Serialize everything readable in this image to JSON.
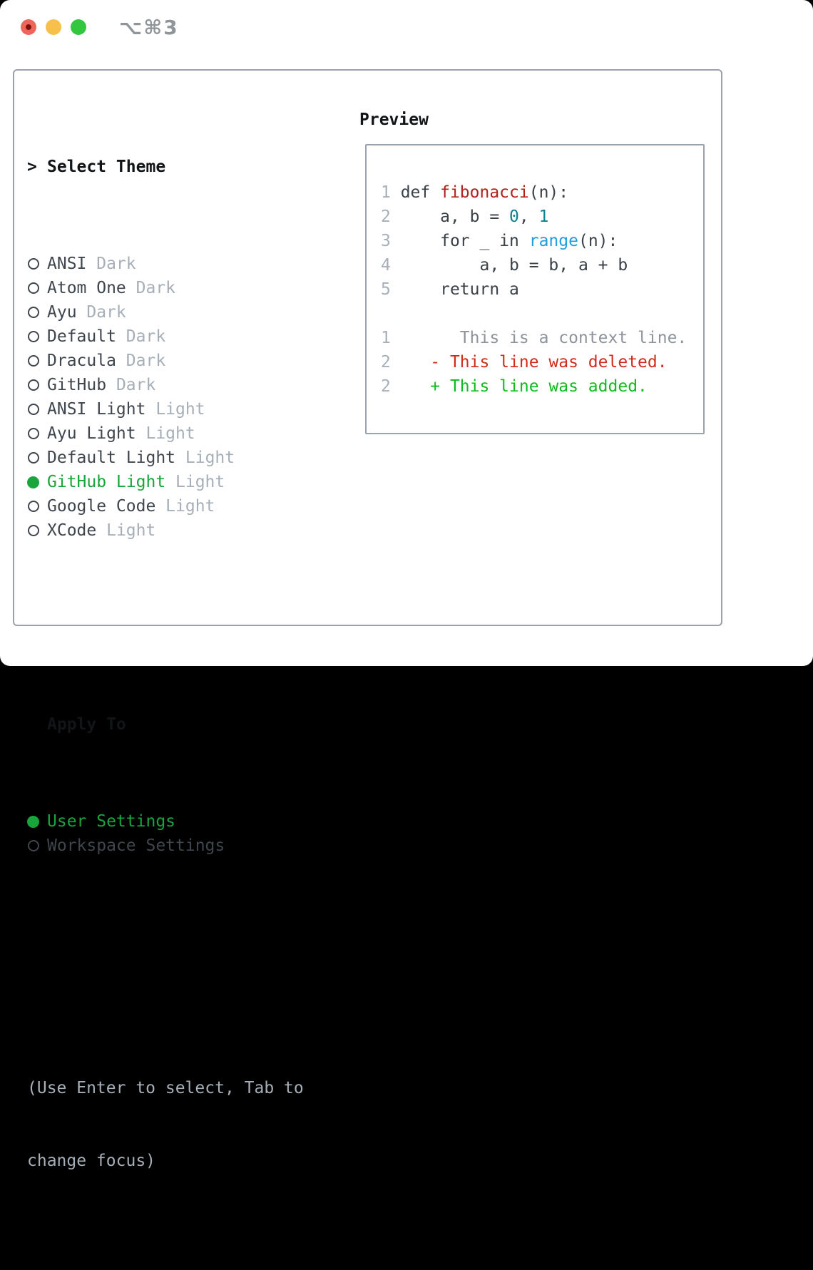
{
  "window": {
    "title": "⌥⌘3",
    "traffic_lights": [
      "close",
      "minimize",
      "zoom"
    ]
  },
  "theme_panel": {
    "header": {
      "cursor": ">",
      "label": "Select Theme"
    },
    "themes": [
      {
        "name": "ANSI",
        "variant": "Dark",
        "selected": false
      },
      {
        "name": "Atom One",
        "variant": "Dark",
        "selected": false
      },
      {
        "name": "Ayu",
        "variant": "Dark",
        "selected": false
      },
      {
        "name": "Default",
        "variant": "Dark",
        "selected": false
      },
      {
        "name": "Dracula",
        "variant": "Dark",
        "selected": false
      },
      {
        "name": "GitHub",
        "variant": "Dark",
        "selected": false
      },
      {
        "name": "ANSI Light",
        "variant": "Light",
        "selected": false
      },
      {
        "name": "Ayu Light",
        "variant": "Light",
        "selected": false
      },
      {
        "name": "Default Light",
        "variant": "Light",
        "selected": false
      },
      {
        "name": "GitHub Light",
        "variant": "Light",
        "selected": true
      },
      {
        "name": "Google Code",
        "variant": "Light",
        "selected": false
      },
      {
        "name": "XCode",
        "variant": "Light",
        "selected": false
      }
    ],
    "apply_to": {
      "label": "Apply To",
      "options": [
        {
          "name": "User Settings",
          "selected": true
        },
        {
          "name": "Workspace Settings",
          "selected": false
        }
      ]
    },
    "help": [
      "(Use Enter to select, Tab to",
      "change focus)"
    ]
  },
  "preview": {
    "label": "Preview",
    "code_lines": [
      [
        [
          "1 ",
          "lineno"
        ],
        [
          "def ",
          "code"
        ],
        [
          "fibonacci",
          "func"
        ],
        [
          "(n):",
          "code"
        ]
      ],
      [
        [
          "2",
          "lineno"
        ],
        [
          "     a, b = ",
          "code"
        ],
        [
          "0",
          "num"
        ],
        [
          ", ",
          "code"
        ],
        [
          "1",
          "num"
        ]
      ],
      [
        [
          "3",
          "lineno"
        ],
        [
          "     for _ in ",
          "code"
        ],
        [
          "range",
          "builtin"
        ],
        [
          "(n):",
          "code"
        ]
      ],
      [
        [
          "4",
          "lineno"
        ],
        [
          "         a, b = b, a + b",
          "code"
        ]
      ],
      [
        [
          "5",
          "lineno"
        ],
        [
          "     return a",
          "code"
        ]
      ],
      [],
      [
        [
          "1",
          "lineno"
        ],
        [
          "       This is a context line.",
          "context"
        ]
      ],
      [
        [
          "2",
          "lineno"
        ],
        [
          "    ",
          "code"
        ],
        [
          "- This line was deleted.",
          "deleted"
        ]
      ],
      [
        [
          "2",
          "lineno"
        ],
        [
          "    ",
          "code"
        ],
        [
          "+ This line was added.",
          "added"
        ]
      ]
    ]
  },
  "colors": {
    "accent_green": "#17a53c",
    "heading": "#121517",
    "text_dark": "#3f464d",
    "muted_gray": "#a6aeb8",
    "border": "#9aa3ad",
    "code_plain": "#3a4148",
    "lineno": "#a7afb9",
    "func_red": "#b0211f",
    "literal_teal": "#11808a",
    "builtin_blue": "#219ddb",
    "context_gray": "#8d949c",
    "diff_del": "#d02b1b",
    "diff_add": "#10ba20",
    "traffic_red": "#f0655a",
    "traffic_red_dot": "#7c120b",
    "traffic_yellow": "#f6c04b",
    "traffic_green": "#32c73f",
    "title_gray": "#909599"
  }
}
